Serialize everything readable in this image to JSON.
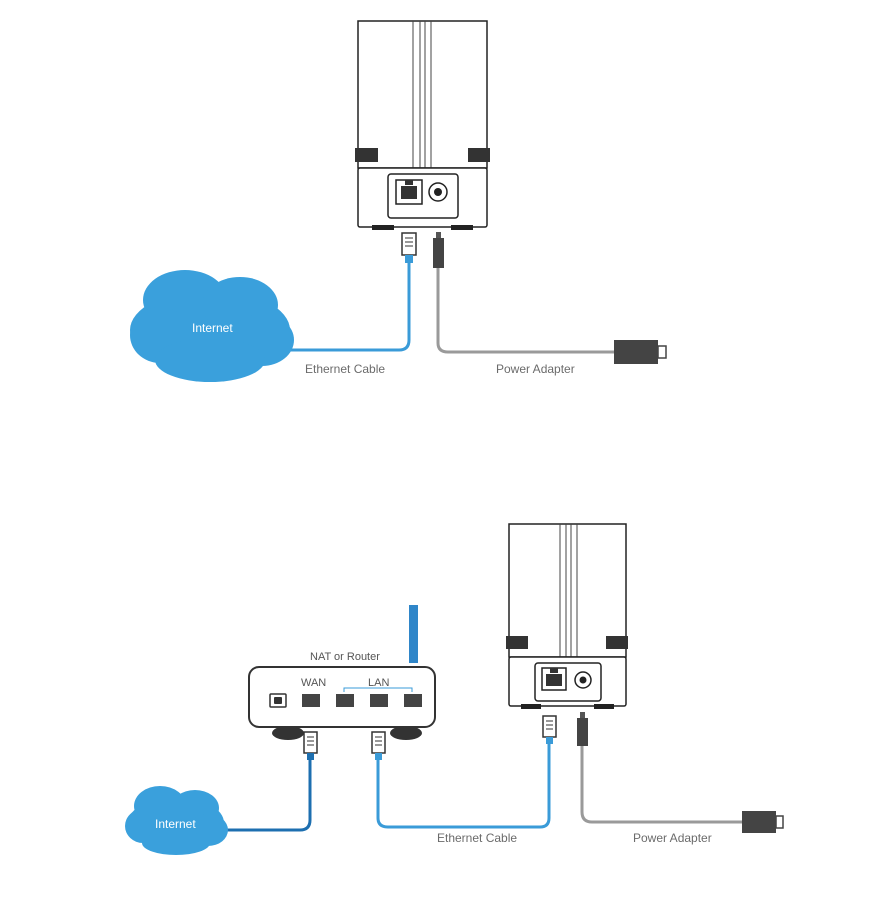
{
  "diagram1": {
    "cloud_label": "Internet",
    "ethernet_label": "Ethernet Cable",
    "power_label": "Power Adapter"
  },
  "diagram2": {
    "cloud_label": "Internet",
    "router_title": "NAT or Router",
    "wan_label": "WAN",
    "lan_label": "LAN",
    "ethernet_label": "Ethernet Cable",
    "power_label": "Power Adapter"
  },
  "colors": {
    "cloud": "#3aa0dc",
    "ethernet_cable": "#3a9bd8",
    "wan_cable": "#1d6fb0",
    "power_cable": "#9a9a9a",
    "device_outline": "#222222",
    "antenna": "#2f86c9"
  },
  "icons": [
    "cloud-icon",
    "ethernet-plug-icon",
    "power-plug-icon",
    "router-icon",
    "antenna-icon",
    "ethernet-port-icon",
    "dc-jack-icon"
  ]
}
